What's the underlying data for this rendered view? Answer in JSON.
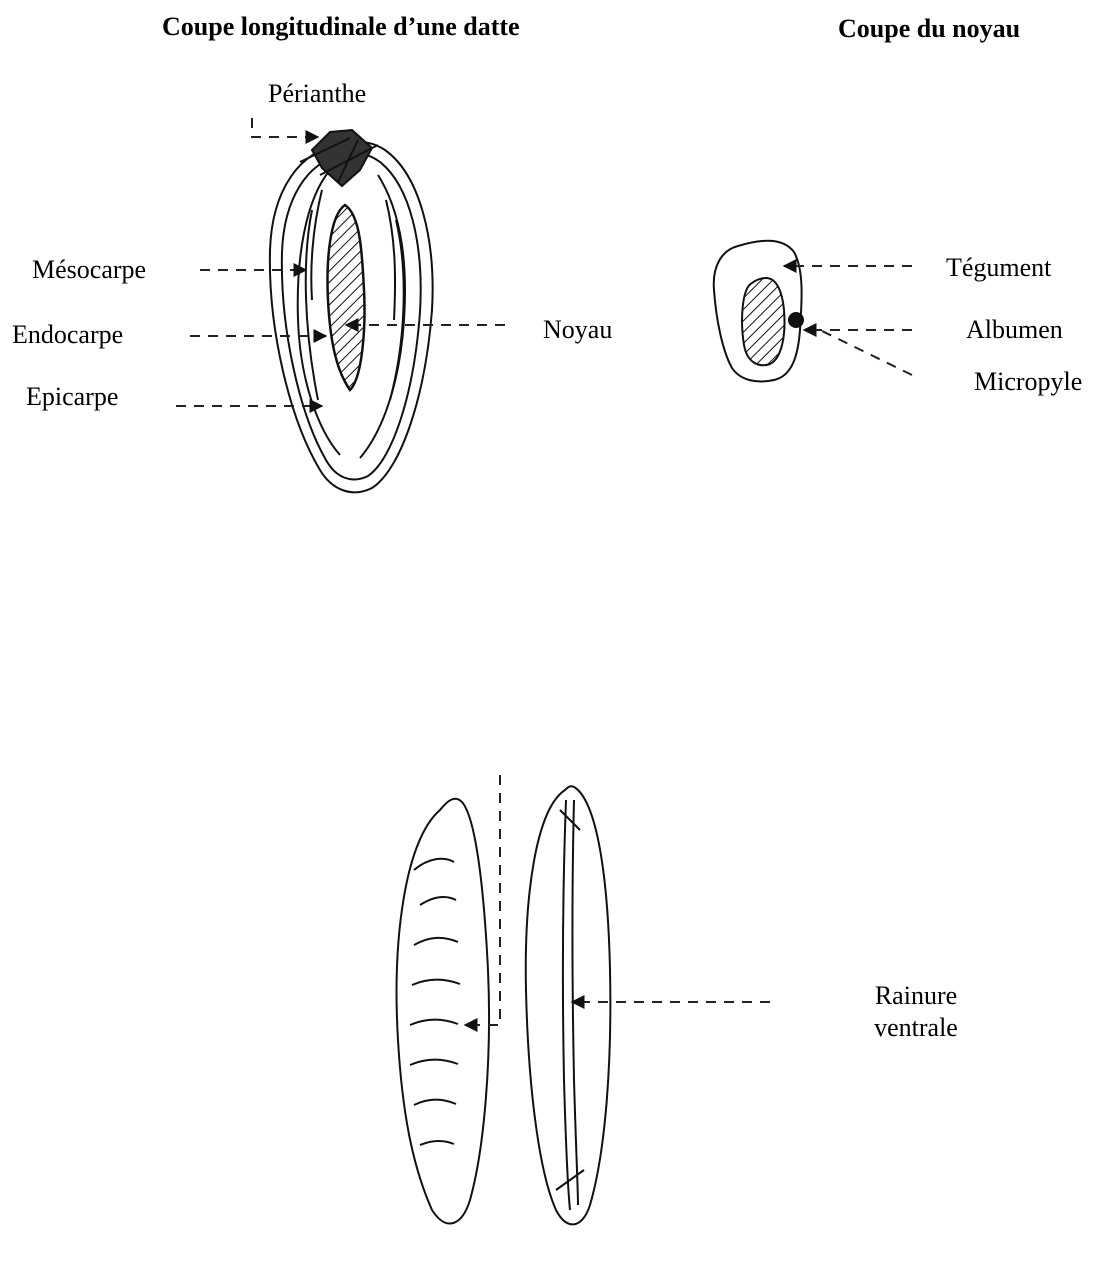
{
  "titles": {
    "left": "Coupe longitudinale d’une datte",
    "right": "Coupe du noyau"
  },
  "date_labels": {
    "perianthe": "Périanthe",
    "mesocarpe": "Mésocarpe",
    "endocarpe": "Endocarpe",
    "epicarpe": "Epicarpe",
    "noyau": "Noyau"
  },
  "seed_labels": {
    "tegument": "Tégument",
    "albumen": "Albumen",
    "micropyle": "Micropyle"
  },
  "kernel_labels": {
    "rainure_line1": "Rainure",
    "rainure_line2": "ventrale"
  }
}
